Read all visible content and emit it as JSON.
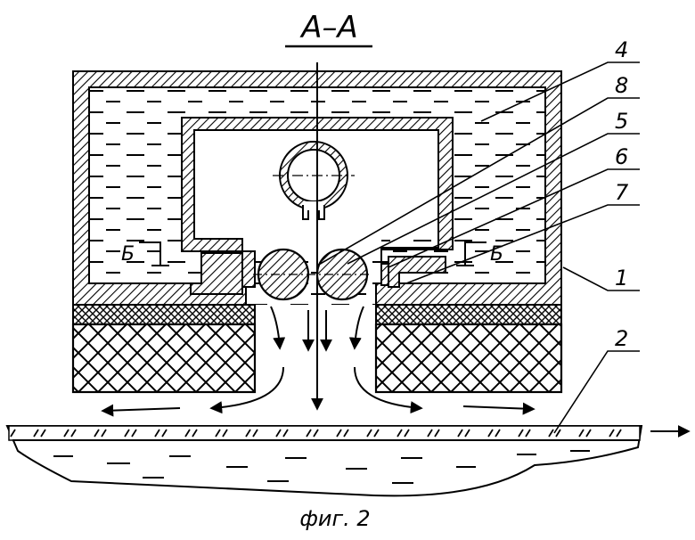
{
  "title": "А–А",
  "caption": "фиг. 2",
  "labels": {
    "l1": "1",
    "l2": "2",
    "l4": "4",
    "l5": "5",
    "l6": "6",
    "l7": "7",
    "l8": "8",
    "b_left": "Б",
    "b_right": "Б"
  },
  "colors": {
    "ink": "#000000",
    "paper": "#ffffff"
  }
}
